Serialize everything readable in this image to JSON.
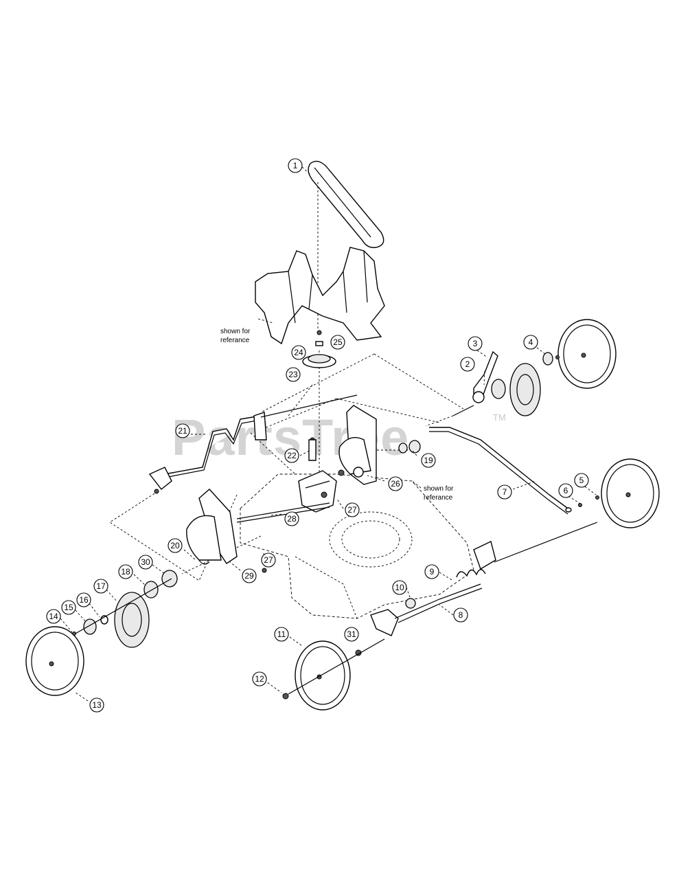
{
  "watermark": {
    "text": "PartsTree",
    "tm": "TM"
  },
  "notes": [
    {
      "id": "note-reference-housing",
      "line1": "shown for",
      "line2": "referance"
    },
    {
      "id": "note-reference-deck",
      "line1": "shown for",
      "line2": "referance"
    }
  ],
  "callouts": [
    {
      "id": "1",
      "label": "1"
    },
    {
      "id": "2",
      "label": "2"
    },
    {
      "id": "3",
      "label": "3"
    },
    {
      "id": "4",
      "label": "4"
    },
    {
      "id": "5",
      "label": "5"
    },
    {
      "id": "6",
      "label": "6"
    },
    {
      "id": "7",
      "label": "7"
    },
    {
      "id": "8",
      "label": "8"
    },
    {
      "id": "9",
      "label": "9"
    },
    {
      "id": "10",
      "label": "10"
    },
    {
      "id": "11",
      "label": "11"
    },
    {
      "id": "12",
      "label": "12"
    },
    {
      "id": "13",
      "label": "13"
    },
    {
      "id": "14",
      "label": "14"
    },
    {
      "id": "15",
      "label": "15"
    },
    {
      "id": "16",
      "label": "16"
    },
    {
      "id": "17",
      "label": "17"
    },
    {
      "id": "18",
      "label": "18"
    },
    {
      "id": "19",
      "label": "19"
    },
    {
      "id": "20",
      "label": "20"
    },
    {
      "id": "21",
      "label": "21"
    },
    {
      "id": "22",
      "label": "22"
    },
    {
      "id": "23",
      "label": "23"
    },
    {
      "id": "24",
      "label": "24"
    },
    {
      "id": "25",
      "label": "25"
    },
    {
      "id": "26",
      "label": "26"
    },
    {
      "id": "27a",
      "label": "27"
    },
    {
      "id": "27b",
      "label": "27"
    },
    {
      "id": "28",
      "label": "28"
    },
    {
      "id": "29",
      "label": "29"
    },
    {
      "id": "30",
      "label": "30"
    },
    {
      "id": "31",
      "label": "31"
    }
  ]
}
